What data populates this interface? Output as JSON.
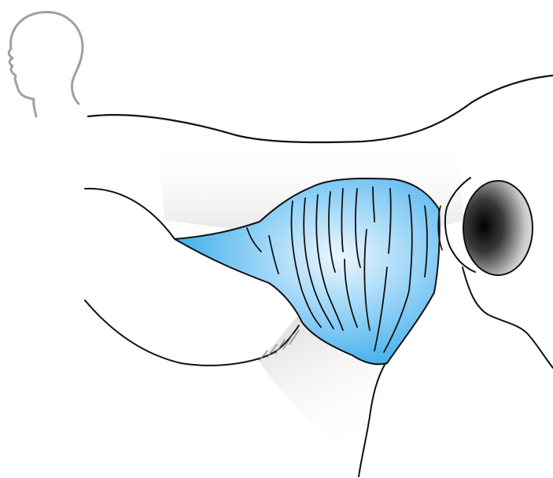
{
  "diagram": {
    "type": "anatomical-illustration",
    "icons": [
      "head-profile-icon"
    ],
    "regions": [
      "upper-eyelid",
      "lower-eyelid",
      "lacrimal-gland",
      "eyeball",
      "orbital-shadow"
    ],
    "colors": {
      "gland_light": "#ecf7ff",
      "gland_mid": "#8fd0f6",
      "gland_dark": "#1e9de4",
      "eyeball_center": "#000000",
      "eyeball_edge": "#f2f2f2",
      "outline": "#111111",
      "head_icon_outline": "#a0a0a0"
    }
  }
}
